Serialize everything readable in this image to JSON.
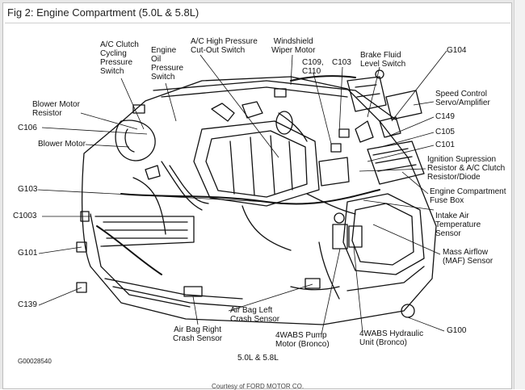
{
  "figure": {
    "title": "Fig 2: Engine Compartment (5.0L & 5.8L)",
    "doc_code": "G00028540",
    "engine_caption": "5.0L & 5.8L",
    "footer_fragment": "Courtesy of FORD MOTOR CO."
  },
  "labels": {
    "ac_clutch_cycling": [
      "A/C Clutch",
      "Cycling",
      "Pressure",
      "Switch"
    ],
    "engine_oil_pressure": [
      "Engine",
      "Oil",
      "Pressure",
      "Switch"
    ],
    "ac_high_pressure": [
      "A/C High Pressure",
      "Cut-Out Switch"
    ],
    "windshield_wiper": [
      "Windshield",
      "Wiper Motor"
    ],
    "c109_c110": [
      "C109,",
      "C110"
    ],
    "c103": "C103",
    "brake_fluid": [
      "Brake Fluid",
      "Level Switch"
    ],
    "g104": "G104",
    "blower_motor_resistor": [
      "Blower Motor",
      "Resistor"
    ],
    "speed_control": [
      "Speed Control",
      "Servo/Amplifier"
    ],
    "c149": "C149",
    "c106": "C106",
    "c105": "C105",
    "blower_motor": "Blower Motor",
    "c101": "C101",
    "ignition_suppression": [
      "Ignition Supression",
      "Resistor & A/C Clutch",
      "Resistor/Diode"
    ],
    "g103": "G103",
    "engine_fuse_box": [
      "Engine Compartment",
      "Fuse Box"
    ],
    "c1003": "C1003",
    "intake_air_temp": [
      "Intake Air",
      "Temperature",
      "Sensor"
    ],
    "g101": "G101",
    "maf_sensor": [
      "Mass Airflow",
      "(MAF) Sensor"
    ],
    "c139": "C139",
    "air_bag_left": [
      "Air Bag Left",
      "Crash Sensor"
    ],
    "g100": "G100",
    "air_bag_right": [
      "Air Bag Right",
      "Crash Sensor"
    ],
    "wabs_pump": [
      "4WABS Pump",
      "Motor (Bronco)"
    ],
    "wabs_hydraulic": [
      "4WABS Hydraulic",
      "Unit (Bronco)"
    ]
  }
}
